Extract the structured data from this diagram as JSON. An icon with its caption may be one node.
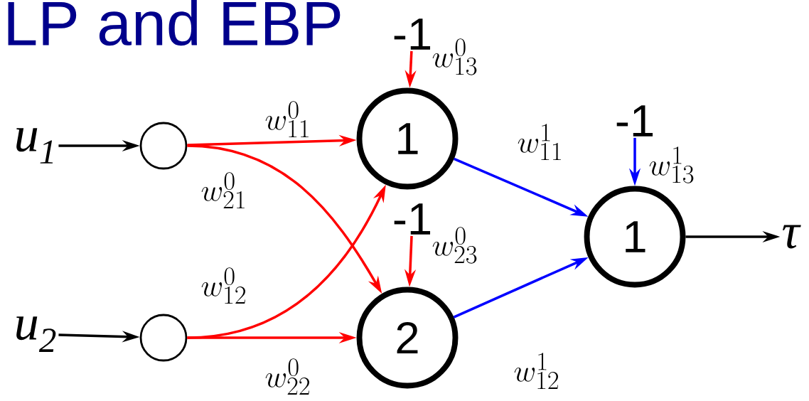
{
  "diagram": {
    "title": "LP and EBP",
    "nodes": [
      {
        "text": [
          "u$_{1}$"
        ]
      },
      {
        "text": [],
        "shape": "circle"
      },
      {
        "text": [
          "1"
        ]
      },
      {
        "text": [
          "1"
        ]
      },
      {
        "text": [
          "τ"
        ]
      },
      {
        "text": [
          "u$_{2}$"
        ]
      },
      {
        "text": [],
        "shape": "circle"
      },
      {
        "text": [
          "2"
        ]
      },
      {
        "text": [
          "-1"
        ]
      },
      {
        "text": [
          "-1"
        ]
      },
      {
        "text": [
          "-1"
        ]
      }
    ],
    "edges": [
      {
        "from": 0,
        "to": 1,
        "arrow": "to",
        "color": "#000000"
      },
      {
        "from": 1,
        "to": 2,
        "arrow": "to",
        "label": "w^{0}_{11}"
      },
      {
        "from": 1,
        "to": 7,
        "arrow": "to",
        "label": "w^{0}_{21}"
      },
      {
        "from": 8,
        "to": 2,
        "arrow": "to",
        "label": "w^{0}_{13}"
      },
      {
        "from": 2,
        "to": 3,
        "arrow": "to",
        "label": "w^{1}_{11}",
        "color": "#0000ff"
      },
      {
        "from": 10,
        "to": 3,
        "arrow": "to",
        "label": "w^{1}_{13}",
        "color": "#0000ff"
      },
      {
        "from": 3,
        "to": 4,
        "arrow": "to",
        "color": "#000000"
      },
      {
        "from": 5,
        "to": 6,
        "arrow": "to",
        "color": "#000000"
      },
      {
        "from": 6,
        "to": 2,
        "arrow": "to",
        "label": "w^{0}_{12}"
      },
      {
        "from": 6,
        "to": 7,
        "arrow": "to",
        "label": "w^{0}_{22}"
      },
      {
        "from": 9,
        "to": 7,
        "arrow": "to",
        "label": "w^{0}_{23}"
      },
      {
        "from": 7,
        "to": 3,
        "arrow": "to",
        "label": "w^{1}_{12}",
        "color": "#0000ff"
      }
    ]
  }
}
